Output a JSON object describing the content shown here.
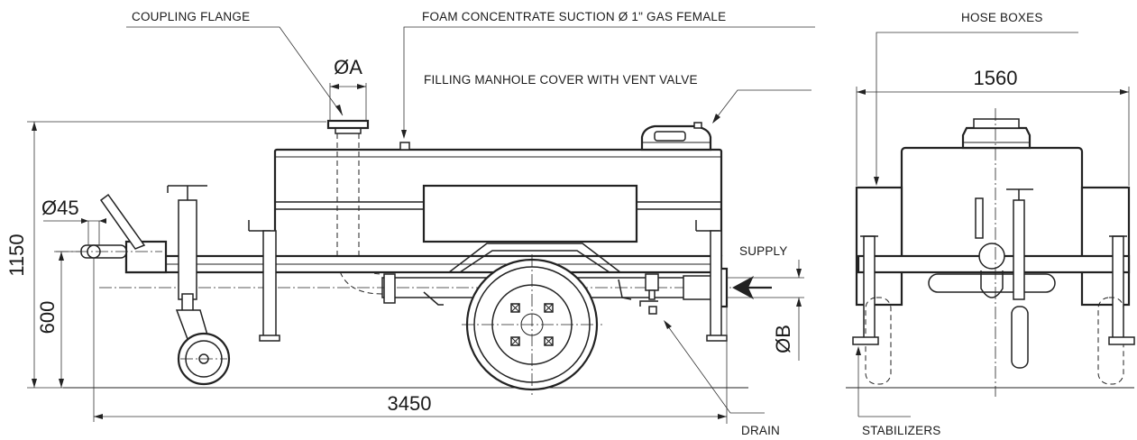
{
  "labels": {
    "coupling_flange": "COUPLING FLANGE",
    "foam_suction": "FOAM CONCENTRATE SUCTION Ø 1\" GAS FEMALE",
    "filling_manhole": "FILLING MANHOLE COVER WITH VENT VALVE",
    "hose_boxes": "HOSE BOXES",
    "supply": "SUPPLY",
    "drain": "DRAIN",
    "stabilizers": "STABILIZERS"
  },
  "dimensions": {
    "dia_a": "ØA",
    "dia_45": "Ø45",
    "height_1150": "1150",
    "height_600": "600",
    "dia_b": "ØB",
    "length_3450": "3450",
    "width_1560": "1560"
  }
}
